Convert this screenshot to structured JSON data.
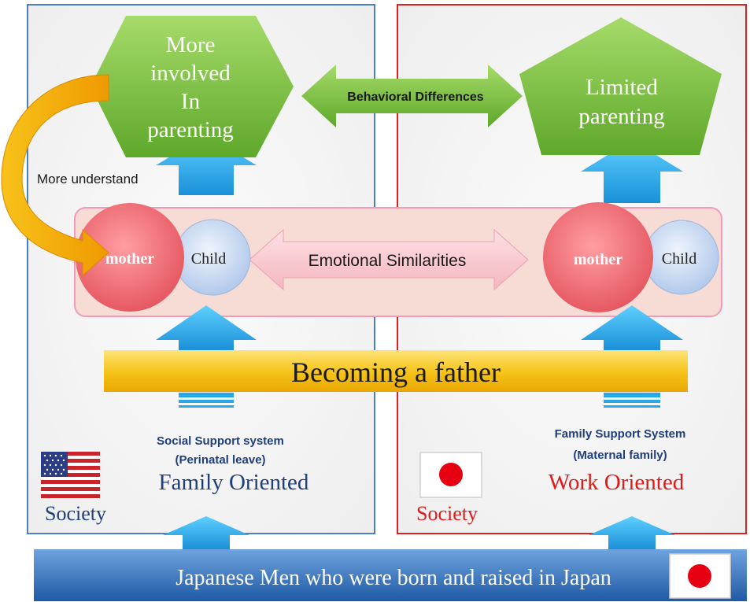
{
  "diagram": {
    "left_panel": {
      "outcome": [
        "More",
        "involved",
        "In",
        "parenting"
      ],
      "note": "More understand",
      "mother": "mother",
      "child": "Child",
      "support_line1": "Social Support system",
      "support_line2": "(Perinatal leave)",
      "orientation": "Family Oriented",
      "society": "Society",
      "flag": "us-flag-icon"
    },
    "right_panel": {
      "outcome": [
        "Limited",
        "parenting"
      ],
      "mother": "mother",
      "child": "Child",
      "support_line1": "Family Support System",
      "support_line2": "(Maternal family)",
      "orientation": "Work Oriented",
      "society": "Society",
      "flag": "japan-flag-icon"
    },
    "behavioral_label": "Behavioral Differences",
    "emotional_label": "Emotional Similarities",
    "center_banner": "Becoming a father",
    "bottom_banner": "Japanese Men who were born and raised in Japan",
    "colors": {
      "left_border": "#4a7fc1",
      "right_border": "#e02020",
      "green_shape": "#7cc142",
      "mother_circle": "#ee6b72",
      "child_circle": "#c9d9f0",
      "blue_arrow": "#29a8e8",
      "orange_arrow": "#f5a800",
      "banner_yellow": "#f7c51c",
      "bottom_banner": "#2f6db5",
      "japan_red": "#e60012"
    }
  }
}
